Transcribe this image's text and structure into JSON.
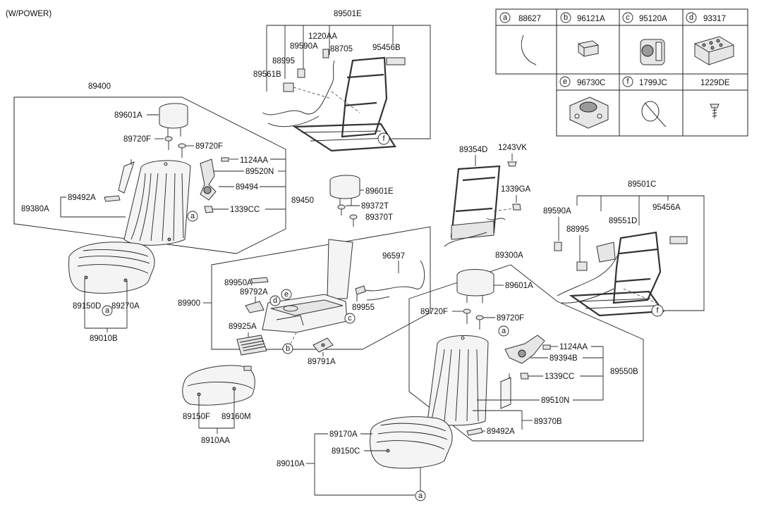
{
  "header": {
    "note": "(W/POWER)"
  },
  "legend": [
    {
      "letter": "a",
      "code": "88627",
      "icon": "wire-spring-icon"
    },
    {
      "letter": "b",
      "code": "96121A",
      "icon": "connector-icon"
    },
    {
      "letter": "c",
      "code": "95120A",
      "icon": "sensor-module-icon"
    },
    {
      "letter": "d",
      "code": "93317",
      "icon": "switch-panel-icon"
    },
    {
      "letter": "e",
      "code": "96730C",
      "icon": "controller-knob-icon"
    },
    {
      "letter": "f",
      "code": "1799JC",
      "icon": "cable-tie-icon"
    },
    {
      "letter": "",
      "code": "1229DE",
      "icon": "screw-icon"
    }
  ],
  "labels": {
    "l89501E": "89501E",
    "l1220AA": "1220AA",
    "l89590A_t": "89590A",
    "l88995_t": "88995",
    "l88705": "88705",
    "l95456B": "95456B",
    "l89561B": "89561B",
    "l89400": "89400",
    "l89601A_l": "89601A",
    "l89720F_l1": "89720F",
    "l89720F_l2": "89720F",
    "l1124AA_l": "1124AA",
    "l89520N": "89520N",
    "l89494": "89494",
    "l89492A_l": "89492A",
    "l89380A": "89380A",
    "l1339CC_l": "1339CC",
    "l89450": "89450",
    "l89150D": "89150D",
    "l89270A": "89270A",
    "l89010B": "89010B",
    "l89601E": "89601E",
    "l89372T": "89372T",
    "l89370T": "89370T",
    "l89354D": "89354D",
    "l1243VK": "1243VK",
    "l1339GA": "1339GA",
    "l89501C": "89501C",
    "l89590A_r": "89590A",
    "l88995_r": "88995",
    "l89551D": "89551D",
    "l95456A": "95456A",
    "l96597": "96597",
    "l89900": "89900",
    "l89950A": "89950A",
    "l89792A": "89792A",
    "l89955": "89955",
    "l89925A": "89925A",
    "l89791A": "89791A",
    "l89300A": "89300A",
    "l89601A_r": "89601A",
    "l89720F_r1": "89720F",
    "l89720F_r2": "89720F",
    "l1124AA_r": "1124AA",
    "l89394B": "89394B",
    "l1339CC_r": "1339CC",
    "l89550B": "89550B",
    "l89510N": "89510N",
    "l89370B": "89370B",
    "l89492A_r": "89492A",
    "l89150F": "89150F",
    "l89160M": "89160M",
    "l8910AA": "8910AA",
    "l89170A": "89170A",
    "l89150C": "89150C",
    "l89010A": "89010A"
  },
  "callouts": {
    "a": "a",
    "b": "b",
    "c": "c",
    "d": "d",
    "e": "e",
    "f": "f"
  }
}
